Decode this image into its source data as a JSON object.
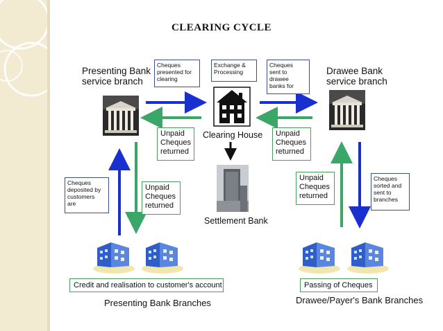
{
  "title": "CLEARING CYCLE",
  "nodes": {
    "presenting_bank": "Presenting Bank\nservice branch",
    "drawee_bank": "Drawee Bank\nservice branch",
    "clearing_house": "Clearing House",
    "settlement_bank": "Settlement Bank",
    "presenting_branches": "Presenting Bank Branches",
    "drawee_branches": "Drawee/Payer's Bank Branches"
  },
  "notes": {
    "cheques_presented": "Cheques\npresented for\nclearing",
    "exchange_processing": "Exchange &\nProcessing",
    "cheques_sent": "Cheques\nsent to\ndrawee\nbanks for",
    "cheques_deposited": "Cheques\ndeposited by\ncustomers\nare",
    "cheques_sorted": "Cheques\nsorted and\nsent to\nbranches"
  },
  "returns": {
    "unpaid_left_top": "Unpaid\nCheques\nreturned",
    "unpaid_right_top": "Unpaid\nCheques\nreturned",
    "unpaid_left_side": "Unpaid\nCheques\nreturned",
    "unpaid_right_side": "Unpaid\nCheques\nreturned"
  },
  "footer": {
    "credit_realisation": "Credit and realisation to customer's account",
    "passing_cheques": "Passing of Cheques"
  },
  "colors": {
    "blue_arrow": "#1a2fd0",
    "green_arrow": "#3aa667",
    "sidebar": "#f3ead2",
    "box_border_blue": "#3b4f8c",
    "box_border_green": "#4a9c5a"
  }
}
